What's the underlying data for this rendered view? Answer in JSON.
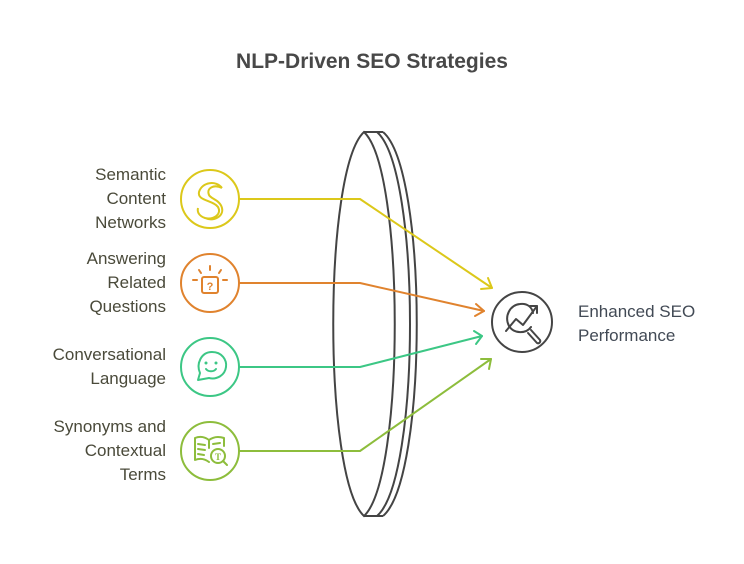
{
  "title": "NLP-Driven SEO Strategies",
  "strategies": [
    {
      "lines": [
        "Semantic",
        "Content",
        "Networks"
      ],
      "icon": "semantic-s-icon",
      "color": "#dcc81a"
    },
    {
      "lines": [
        "Answering",
        "Related",
        "Questions"
      ],
      "icon": "question-lightbulb-icon",
      "color": "#e0832e"
    },
    {
      "lines": [
        "Conversational",
        "Language"
      ],
      "icon": "smiling-chat-bubble-icon",
      "color": "#3cc785"
    },
    {
      "lines": [
        "Synonyms and",
        "Contextual",
        "Terms"
      ],
      "icon": "book-magnifier-icon",
      "color": "#8dbd3c"
    }
  ],
  "result": {
    "lines": [
      "Enhanced SEO",
      "Performance"
    ],
    "icon": "chart-magnifier-icon",
    "color": "#454545"
  },
  "lens_color": "#444444"
}
